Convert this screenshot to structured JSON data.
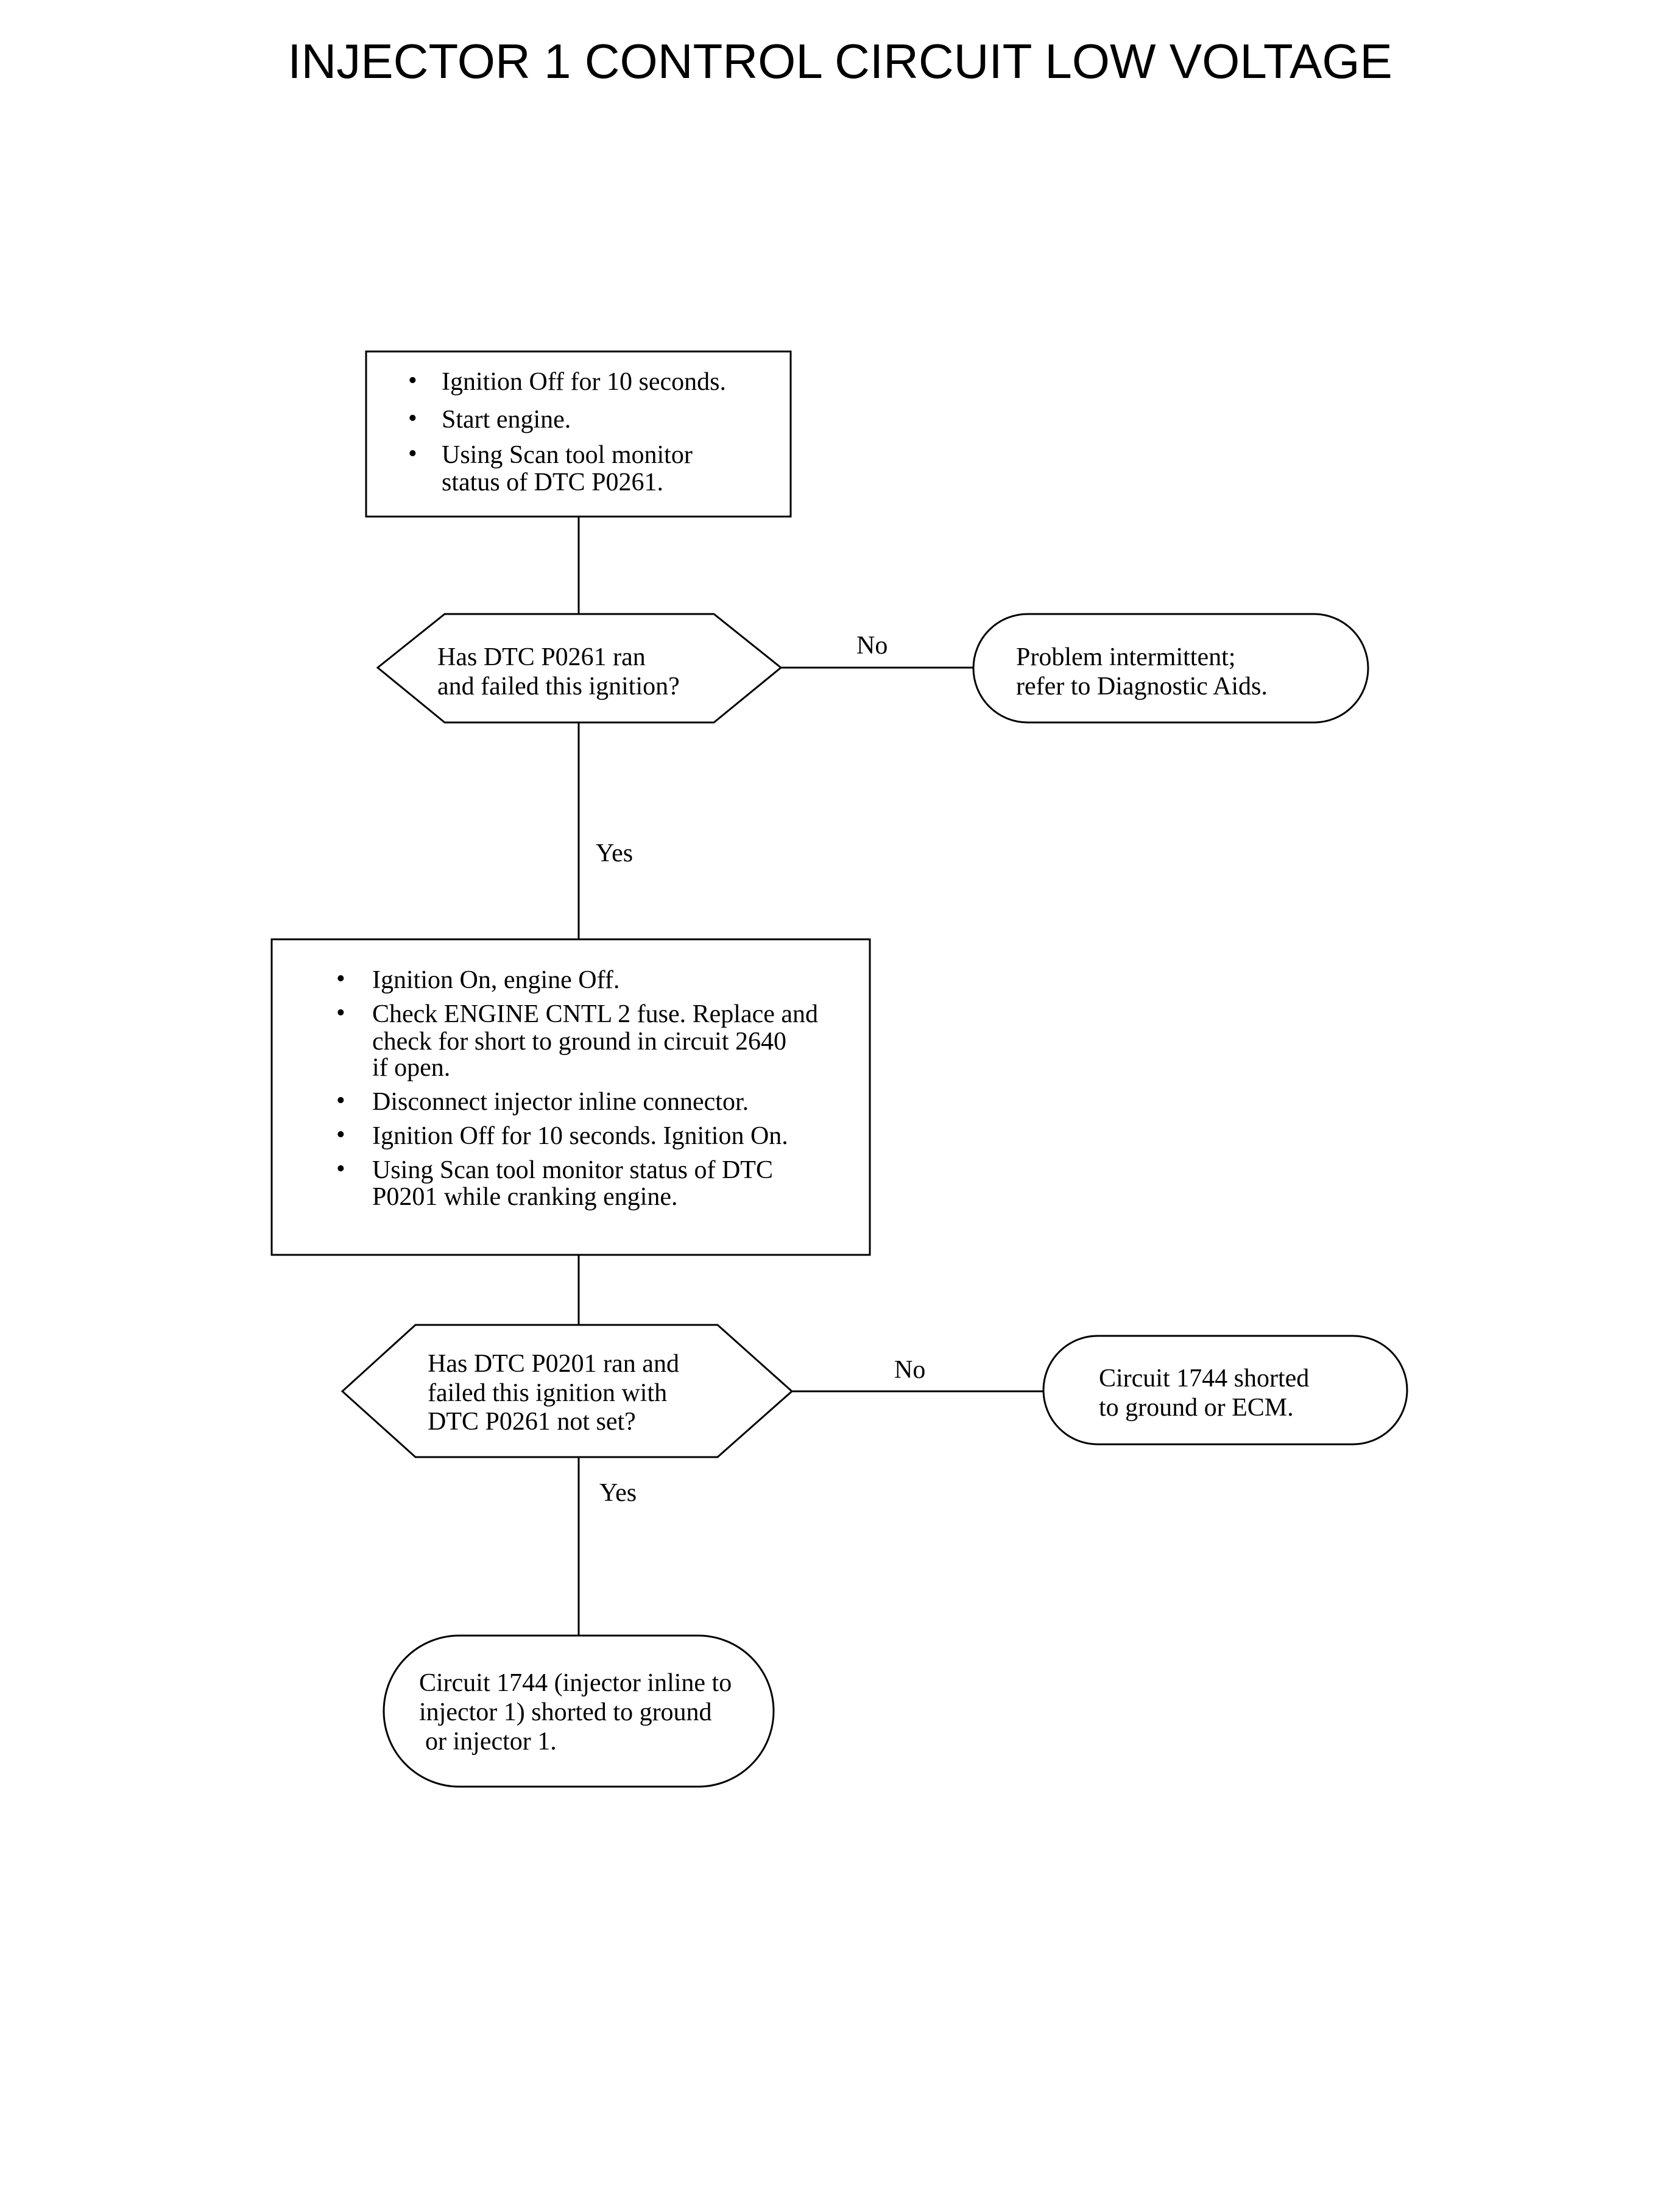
{
  "title": "INJECTOR 1 CONTROL CIRCUIT LOW VOLTAGE",
  "colors": {
    "background": "#ffffff",
    "ink": "#000000"
  },
  "steps": {
    "step1": {
      "bullets": [
        [
          "Ignition Off for 10 seconds."
        ],
        [
          "Start engine."
        ],
        [
          "Using Scan tool monitor",
          "status of DTC P0261."
        ]
      ]
    },
    "step2": {
      "bullets": [
        [
          "Ignition On, engine Off."
        ],
        [
          "Check ENGINE CNTL 2 fuse. Replace and",
          "check for short to ground in circuit 2640",
          "if open."
        ],
        [
          "Disconnect injector inline connector."
        ],
        [
          "Ignition Off for 10 seconds. Ignition On."
        ],
        [
          "Using Scan tool monitor status of DTC",
          "P0201 while cranking engine."
        ]
      ]
    }
  },
  "decisions": {
    "decision1": {
      "lines": [
        "Has DTC P0261 ran",
        "and failed this ignition?"
      ]
    },
    "decision2": {
      "lines": [
        "Has DTC P0201 ran and",
        "failed this ignition with",
        "DTC P0261 not set?"
      ]
    }
  },
  "outcomes": {
    "outcome1": {
      "lines": [
        "Problem intermittent;",
        "refer to Diagnostic Aids."
      ]
    },
    "outcome2": {
      "lines": [
        "Circuit 1744 shorted",
        "to ground or ECM."
      ]
    },
    "outcome3": {
      "lines": [
        "Circuit 1744 (injector inline to",
        "injector 1) shorted to ground",
        "or injector 1."
      ]
    }
  },
  "branch_labels": {
    "decision1_no": "No",
    "decision1_yes": "Yes",
    "decision2_no": "No",
    "decision2_yes": "Yes"
  }
}
